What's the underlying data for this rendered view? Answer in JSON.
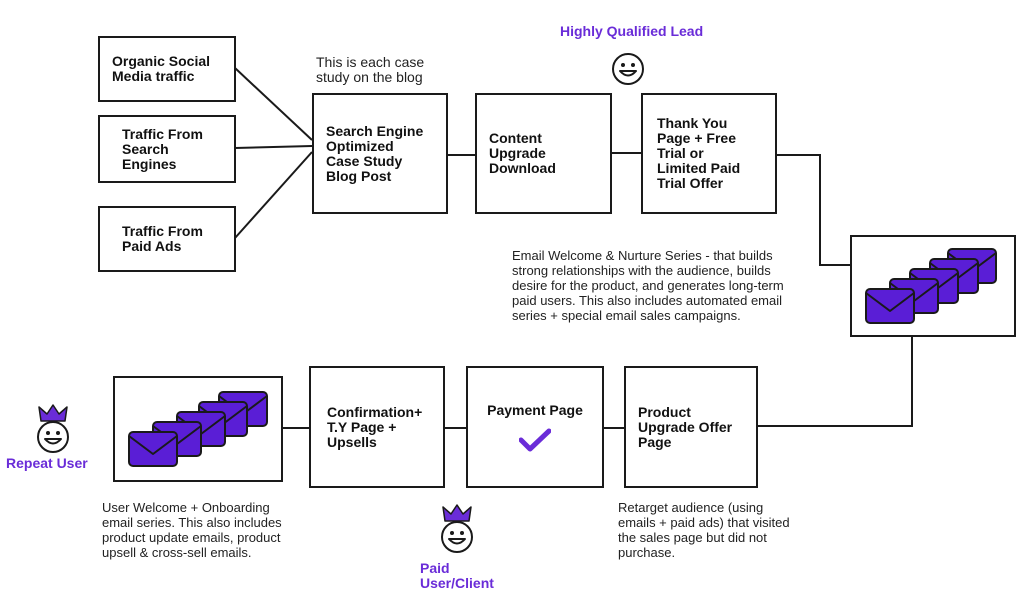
{
  "sources": {
    "organic": "Organic Social\nMedia traffic",
    "search": "Traffic From\nSearch\nEngines",
    "paid": "Traffic From\nPaid Ads"
  },
  "notes": {
    "case_study": "This is each case\nstudy on the blog",
    "nurture": "Email Welcome & Nurture Series - that builds\nstrong relationships with the audience, builds\ndesire for the product, and generates long-term\npaid users. This also includes automated email\nseries + special email sales campaigns.",
    "onboarding": "User Welcome + Onboarding\nemail series. This also includes\nproduct update emails, product\nupsell & cross-sell emails.",
    "retarget": "Retarget audience (using\nemails + paid ads) that visited\nthe sales page but did not\npurchase."
  },
  "funnel": {
    "blog_post": "Search Engine\nOptimized\nCase Study\nBlog Post",
    "content_upgrade": "Content\nUpgrade\nDownload",
    "thank_you": "Thank You\nPage + Free\nTrial or\nLimited Paid\nTrial Offer",
    "product_upgrade": "Product\nUpgrade Offer\nPage",
    "payment": "Payment Page",
    "confirmation": "Confirmation+\nT.Y Page +\nUpsells"
  },
  "labels": {
    "highly_qualified": "Highly Qualified Lead",
    "repeat_user": "Repeat User",
    "paid_user": "Paid\nUser/Client"
  },
  "icons": {
    "smiley": "smiley-face-icon",
    "crowned_smiley": "crowned-smiley-icon",
    "envelopes": "email-envelopes-icon",
    "check": "checkmark-icon"
  },
  "colors": {
    "accent": "#6a2cd8",
    "envelope_fill": "#5a1ed6",
    "stroke": "#1a1a1a"
  }
}
